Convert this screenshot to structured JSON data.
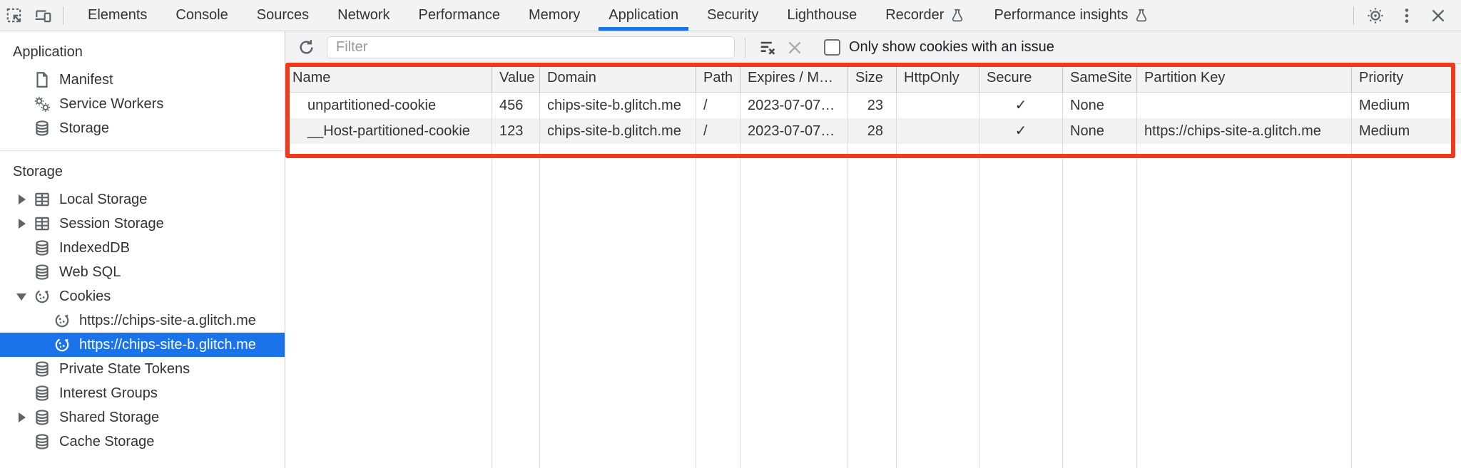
{
  "colors": {
    "accent": "#1a73e8",
    "selection": "#1a73e8",
    "annotation": "#ee3b1e"
  },
  "tab_bar": {
    "tabs": [
      "Elements",
      "Console",
      "Sources",
      "Network",
      "Performance",
      "Memory",
      "Application",
      "Security",
      "Lighthouse",
      "Recorder",
      "Performance insights"
    ],
    "active_tab": "Application",
    "left_icons": [
      "inspect-icon",
      "device-toolbar-icon"
    ],
    "right_icons": [
      "settings-gear-icon",
      "more-options-icon",
      "close-icon"
    ]
  },
  "sidebar": {
    "sections": [
      {
        "title": "Application",
        "items": [
          {
            "label": "Manifest",
            "icon": "document-icon"
          },
          {
            "label": "Service Workers",
            "icon": "gears-icon"
          },
          {
            "label": "Storage",
            "icon": "database-icon"
          }
        ]
      },
      {
        "title": "Storage",
        "items": [
          {
            "label": "Local Storage",
            "icon": "table-icon",
            "expandable": true
          },
          {
            "label": "Session Storage",
            "icon": "table-icon",
            "expandable": true
          },
          {
            "label": "IndexedDB",
            "icon": "database-icon"
          },
          {
            "label": "Web SQL",
            "icon": "database-icon"
          },
          {
            "label": "Cookies",
            "icon": "cookie-icon",
            "expanded": true,
            "children": [
              {
                "label": "https://chips-site-a.glitch.me",
                "icon": "cookie-icon"
              },
              {
                "label": "https://chips-site-b.glitch.me",
                "icon": "cookie-icon",
                "selected": true
              }
            ]
          },
          {
            "label": "Private State Tokens",
            "icon": "database-icon"
          },
          {
            "label": "Interest Groups",
            "icon": "database-icon"
          },
          {
            "label": "Shared Storage",
            "icon": "database-icon",
            "expandable": true
          },
          {
            "label": "Cache Storage",
            "icon": "database-icon"
          }
        ]
      }
    ],
    "selected_item": "https://chips-site-b.glitch.me"
  },
  "toolbar": {
    "filter_placeholder": "Filter",
    "only_show_label": "Only show cookies with an issue",
    "checkbox_checked": false,
    "icons": [
      "reload-icon",
      "clear-filter-icon",
      "delete-icon"
    ]
  },
  "cookie_table": {
    "columns": [
      "Name",
      "Value",
      "Domain",
      "Path",
      "Expires / M…",
      "Size",
      "HttpOnly",
      "Secure",
      "SameSite",
      "Partition Key",
      "Priority"
    ],
    "rows": [
      {
        "name": "unpartitioned-cookie",
        "value": "456",
        "domain": "chips-site-b.glitch.me",
        "path": "/",
        "expires": "2023-07-07…",
        "size": "23",
        "http_only": "",
        "secure": "✓",
        "same_site": "None",
        "partition_key": "",
        "priority": "Medium"
      },
      {
        "name": "__Host-partitioned-cookie",
        "value": "123",
        "domain": "chips-site-b.glitch.me",
        "path": "/",
        "expires": "2023-07-07…",
        "size": "28",
        "http_only": "",
        "secure": "✓",
        "same_site": "None",
        "partition_key": "https://chips-site-a.glitch.me",
        "priority": "Medium"
      }
    ]
  },
  "annotation": {
    "type": "highlight-box",
    "color": "#ee3b1e"
  }
}
